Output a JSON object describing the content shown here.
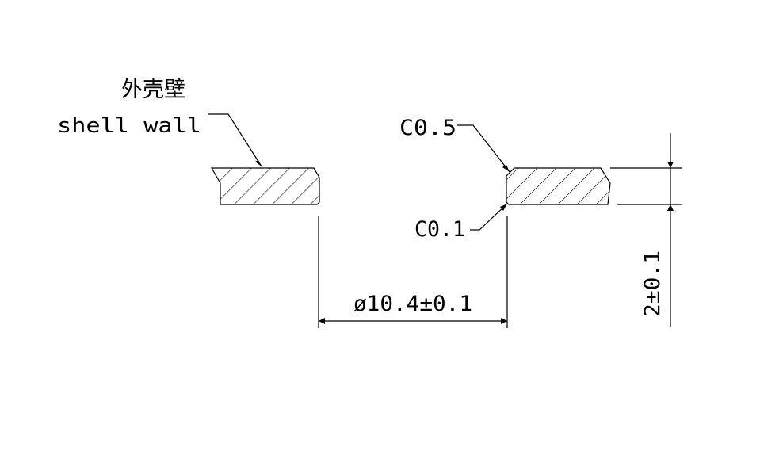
{
  "labels": {
    "shell_wall_cn": "外壳壁",
    "shell_wall_en": "shell wall",
    "chamfer_top": "C0.5",
    "chamfer_bottom": "C0.1",
    "diameter": "ø10.4±0.1",
    "thickness": "2±0.1"
  },
  "colors": {
    "line": "#000000",
    "background": "#ffffff"
  }
}
